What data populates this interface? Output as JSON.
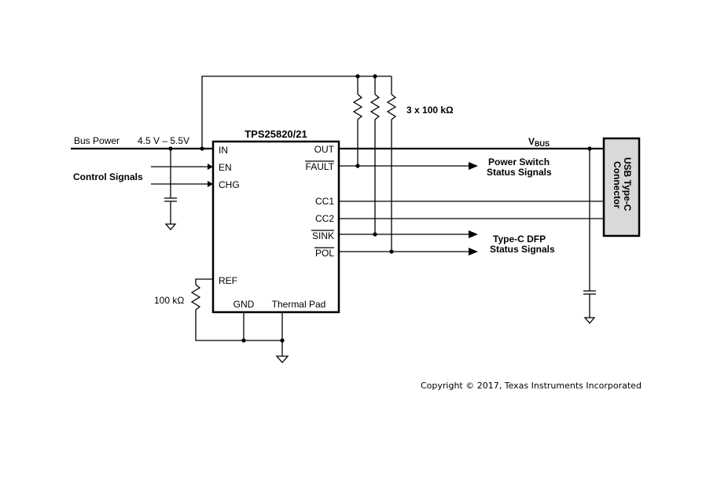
{
  "chip": {
    "name": "TPS25820/21",
    "pins_left": {
      "in": "IN",
      "en": "EN",
      "chg": "CHG",
      "ref": "REF"
    },
    "pins_right": {
      "out": "OUT",
      "fault": "FAULT",
      "cc1": "CC1",
      "cc2": "CC2",
      "sink": "SINK",
      "pol": "POL"
    },
    "pins_bottom": {
      "gnd": "GND",
      "thermal": "Thermal Pad"
    }
  },
  "labels": {
    "bus_power": "Bus Power",
    "voltage_range": "4.5 V – 5.5V",
    "control_signals": "Control Signals",
    "pullups": "3 x 100 kΩ",
    "ref_resistor": "100 kΩ",
    "vbus_main": "V",
    "vbus_sub": "BUS",
    "power_switch_status": [
      "Power Switch",
      "Status Signals"
    ],
    "dfp_status": [
      "Type-C DFP",
      "Status Signals"
    ]
  },
  "connector": {
    "lines": [
      "USB Type-C",
      "Connector"
    ]
  },
  "copyright": "Copyright © 2017, Texas Instruments Incorporated"
}
